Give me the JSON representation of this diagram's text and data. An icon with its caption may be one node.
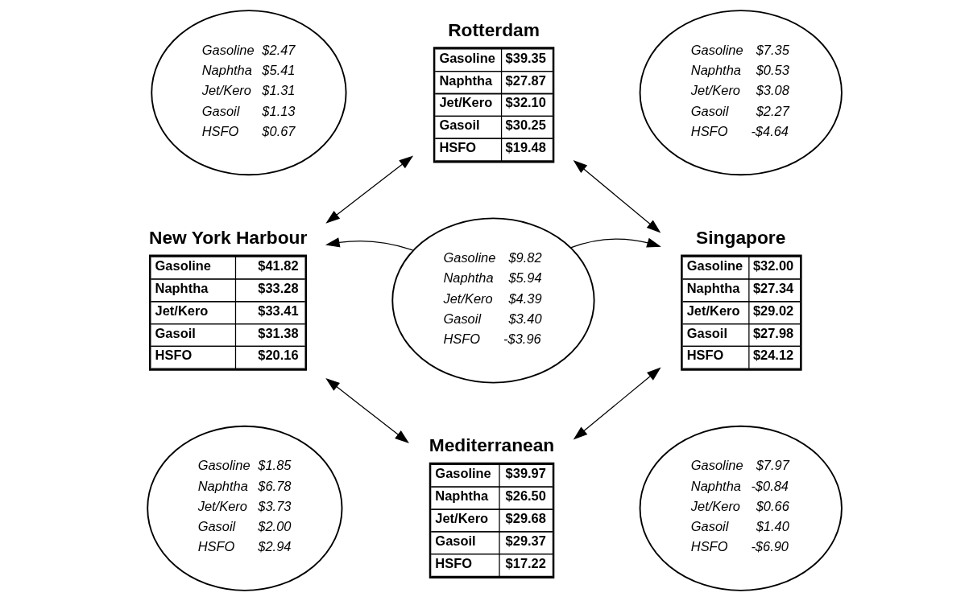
{
  "diagram": {
    "nodes": [
      {
        "text": [
          "Gasoline",
          "$2.47",
          "Naphtha",
          "$5.41",
          "Jet/Kero",
          "$1.31",
          "Gasoil",
          "$1.13",
          "HSFO",
          "$0.67"
        ]
      },
      {
        "text": [
          "Rotterdam",
          "Gasoline",
          "$39.35",
          "Naphtha",
          "$27.87",
          "Jet/Kero",
          "$32.10",
          "Gasoil",
          "$30.25",
          "HSFO",
          "$19.48"
        ]
      },
      {
        "text": [
          "Gasoline",
          "$7.35",
          "Naphtha",
          "$0.53",
          "Jet/Kero",
          "$3.08",
          "Gasoil",
          "$2.27",
          "HSFO",
          "-$4.64"
        ]
      },
      {
        "text": [
          "New York Harbour",
          "Gasoline",
          "$41.82",
          "Naphtha",
          "$33.28",
          "Jet/Kero",
          "$33.41",
          "Gasoil",
          "$31.38",
          "HSFO",
          "$20.16"
        ]
      },
      {
        "text": [
          "Gasoline",
          "$9.82",
          "Naphtha",
          "$5.94",
          "Jet/Kero",
          "$4.39",
          "Gasoil",
          "$3.40",
          "HSFO",
          "-$3.96"
        ]
      },
      {
        "text": [
          "Singapore",
          "Gasoline",
          "$32.00",
          "Naphtha",
          "$27.34",
          "Jet/Kero",
          "$29.02",
          "Gasoil",
          "$27.98",
          "HSFO",
          "$24.12"
        ]
      },
      {
        "text": [
          "Gasoline",
          "$1.85",
          "Naphtha",
          "$6.78",
          "Jet/Kero",
          "$3.73",
          "Gasoil",
          "$2.00",
          "HSFO",
          "$2.94"
        ]
      },
      {
        "text": [
          "Mediterranean",
          "Gasoline",
          "$39.97",
          "Naphtha",
          "$26.50",
          "Jet/Kero",
          "$29.68",
          "Gasoil",
          "$29.37",
          "HSFO",
          "$17.22"
        ]
      },
      {
        "text": [
          "Gasoline",
          "$7.97",
          "Naphtha",
          "-$0.84",
          "Jet/Kero",
          "$0.66",
          "Gasoil",
          "$1.40",
          "HSFO",
          "-$6.90"
        ]
      }
    ],
    "edges": [
      {
        "from": 3,
        "to": 1,
        "arrow": "both"
      },
      {
        "from": 1,
        "to": 5,
        "arrow": "both"
      },
      {
        "from": 4,
        "to": 3,
        "arrow": "to"
      },
      {
        "from": 4,
        "to": 5,
        "arrow": "to"
      },
      {
        "from": 3,
        "to": 7,
        "arrow": "both"
      },
      {
        "from": 7,
        "to": 5,
        "arrow": "both"
      }
    ]
  }
}
